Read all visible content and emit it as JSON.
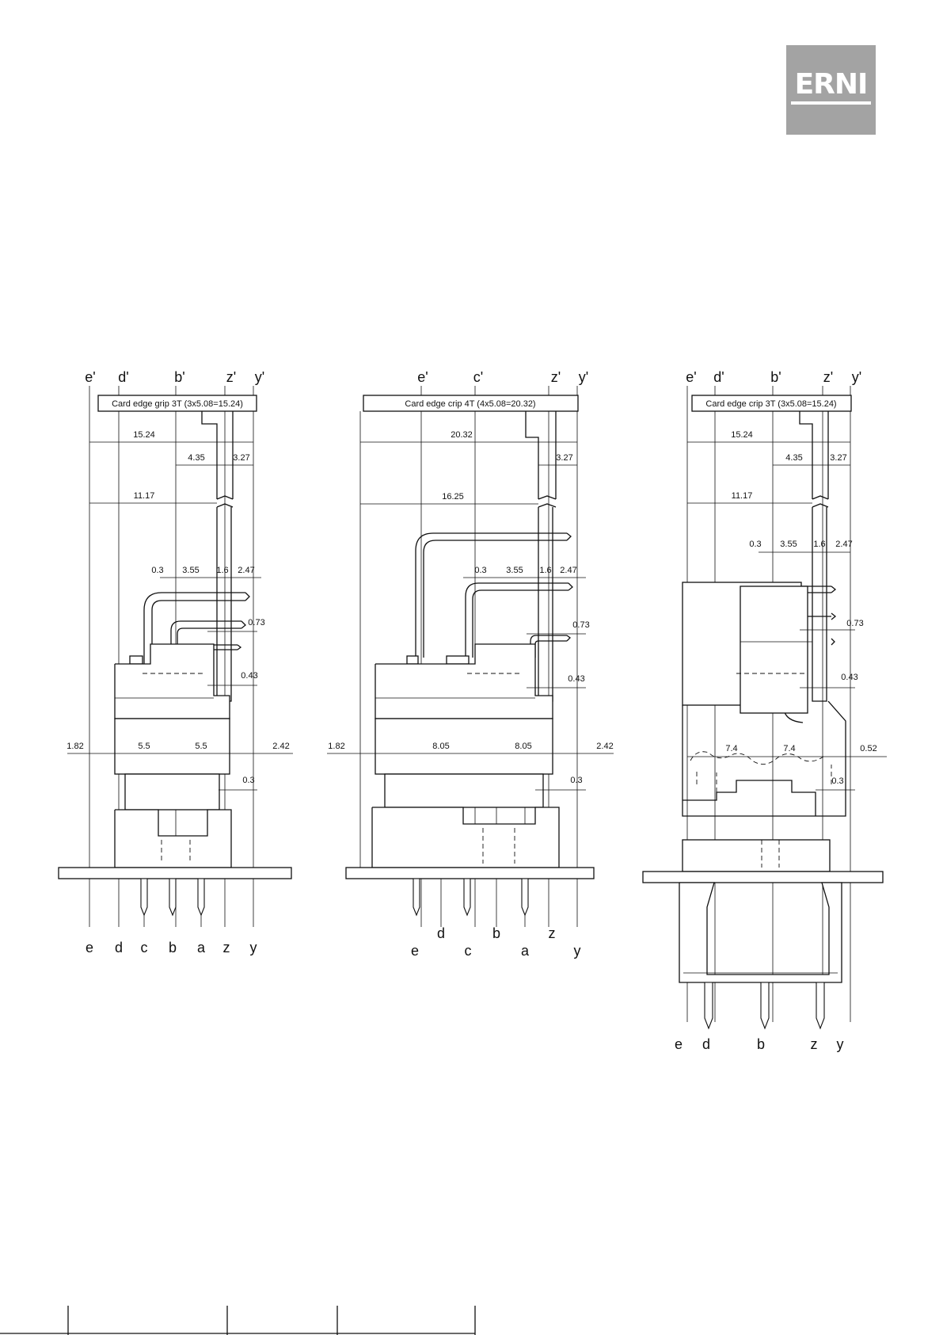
{
  "logo": {
    "text": "ERNI"
  },
  "views": [
    {
      "top_labels": [
        "e'",
        "d'",
        "b'",
        "z'",
        "y'"
      ],
      "banner": "Card edge grip 3T (3x5.08=15.24)",
      "dims": [
        "15.24",
        "4.35",
        "3.27",
        "11.17",
        "0.3",
        "3.55",
        "1.6",
        "2.47",
        "0.73",
        "0.43",
        "1.82",
        "5.5",
        "5.5",
        "2.42",
        "0.3"
      ],
      "bottom_labels": [
        "e",
        "d",
        "c",
        "b",
        "a",
        "z",
        "y"
      ]
    },
    {
      "top_labels": [
        "e'",
        "c'",
        "z'",
        "y'"
      ],
      "banner": "Card edge crip 4T (4x5.08=20.32)",
      "dims": [
        "20.32",
        "3.27",
        "16.25",
        "0.3",
        "3.55",
        "1.6",
        "2.47",
        "0.73",
        "0.43",
        "1.82",
        "8.05",
        "8.05",
        "2.42",
        "0.3"
      ],
      "bottom_labels_upper": [
        "d",
        "b",
        "z"
      ],
      "bottom_labels_lower": [
        "e",
        "c",
        "a",
        "y"
      ]
    },
    {
      "top_labels": [
        "e'",
        "d'",
        "b'",
        "z'",
        "y'"
      ],
      "banner": "Card edge crip 3T (3x5.08=15.24)",
      "dims": [
        "15.24",
        "4.35",
        "3.27",
        "11.17",
        "0.3",
        "3.55",
        "1.6",
        "2.47",
        "0.73",
        "0.43",
        "7.4",
        "7.4",
        "0.52",
        "0.3"
      ],
      "bottom_labels": [
        "e",
        "d",
        "b",
        "z",
        "y"
      ]
    }
  ]
}
